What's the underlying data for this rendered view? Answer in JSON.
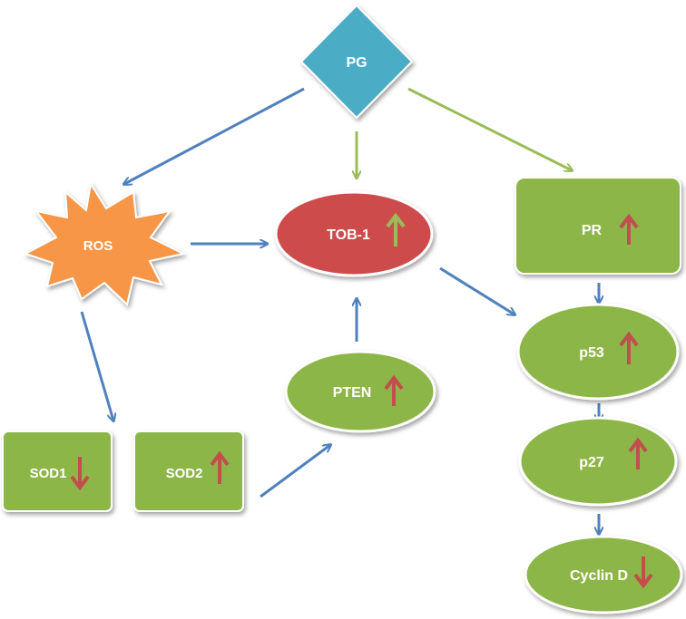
{
  "nodes": {
    "pg": {
      "label": "PG"
    },
    "ros": {
      "label": "ROS"
    },
    "tob1": {
      "label": "TOB-1",
      "change": "up"
    },
    "pr": {
      "label": "PR",
      "change": "up"
    },
    "p53": {
      "label": "p53",
      "change": "up"
    },
    "p27": {
      "label": "p27",
      "change": "up"
    },
    "cyclin_d": {
      "label": "Cyclin D",
      "change": "down"
    },
    "pten": {
      "label": "PTEN",
      "change": "up"
    },
    "sod1": {
      "label": "SOD1",
      "change": "down"
    },
    "sod2": {
      "label": "SOD2",
      "change": "up"
    }
  },
  "edges": [
    {
      "from": "PG",
      "to": "ROS",
      "color": "#4f81bd"
    },
    {
      "from": "PG",
      "to": "TOB-1",
      "color": "#9bbb59"
    },
    {
      "from": "PG",
      "to": "PR",
      "color": "#9bbb59"
    },
    {
      "from": "ROS",
      "to": "TOB-1",
      "color": "#4f81bd"
    },
    {
      "from": "ROS",
      "to": "SOD1",
      "color": "#4f81bd"
    },
    {
      "from": "SOD2",
      "to": "PTEN",
      "color": "#4f81bd"
    },
    {
      "from": "PTEN",
      "to": "TOB-1",
      "color": "#4f81bd"
    },
    {
      "from": "TOB-1",
      "to": "p53",
      "color": "#4f81bd"
    },
    {
      "from": "PR",
      "to": "p53",
      "color": "#4f81bd"
    },
    {
      "from": "p53",
      "to": "p27",
      "color": "#4f81bd"
    },
    {
      "from": "p27",
      "to": "Cyclin D",
      "color": "#4f81bd"
    }
  ],
  "colors": {
    "green_node": "#8db64a",
    "green_border": "#ffffff",
    "red_node": "#cd4c4b",
    "blue_diamond": "#4bacc6",
    "orange_burst": "#f79646",
    "blue_arrow": "#4f81bd",
    "green_arrow": "#9bbb59",
    "up_arrow_red": "#c0504d",
    "up_arrow_green": "#9bbb59",
    "down_arrow_red": "#c0504d"
  }
}
